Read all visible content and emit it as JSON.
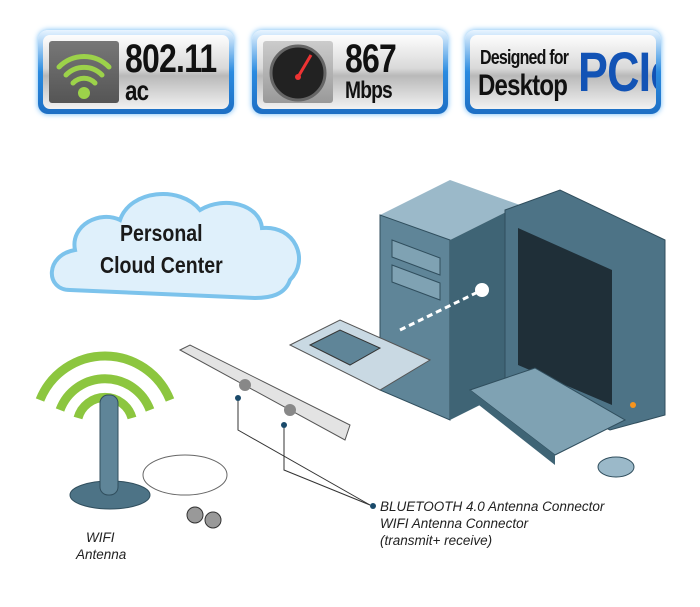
{
  "badges": [
    {
      "title": "802.11",
      "subtitle": "ac",
      "icon": "wifi-icon"
    },
    {
      "title": "867",
      "subtitle": "Mbps",
      "icon": "speedometer-icon"
    },
    {
      "line1": "Designed for",
      "line2": "Desktop",
      "brand": "PCIe"
    }
  ],
  "cloud": {
    "line1": "Personal",
    "line2": "Cloud Center"
  },
  "labels": {
    "antenna_line1": "WIFI",
    "antenna_line2": "Antenna",
    "connector_line1": "BLUETOOTH 4.0 Antenna Connector",
    "connector_line2": "WIFI Antenna Connector",
    "connector_line3": "(transmit+ receive)"
  },
  "colors": {
    "accent_blue": "#1d6fc4",
    "computer": "#5f8598",
    "wifi_green": "#8cc63f"
  }
}
